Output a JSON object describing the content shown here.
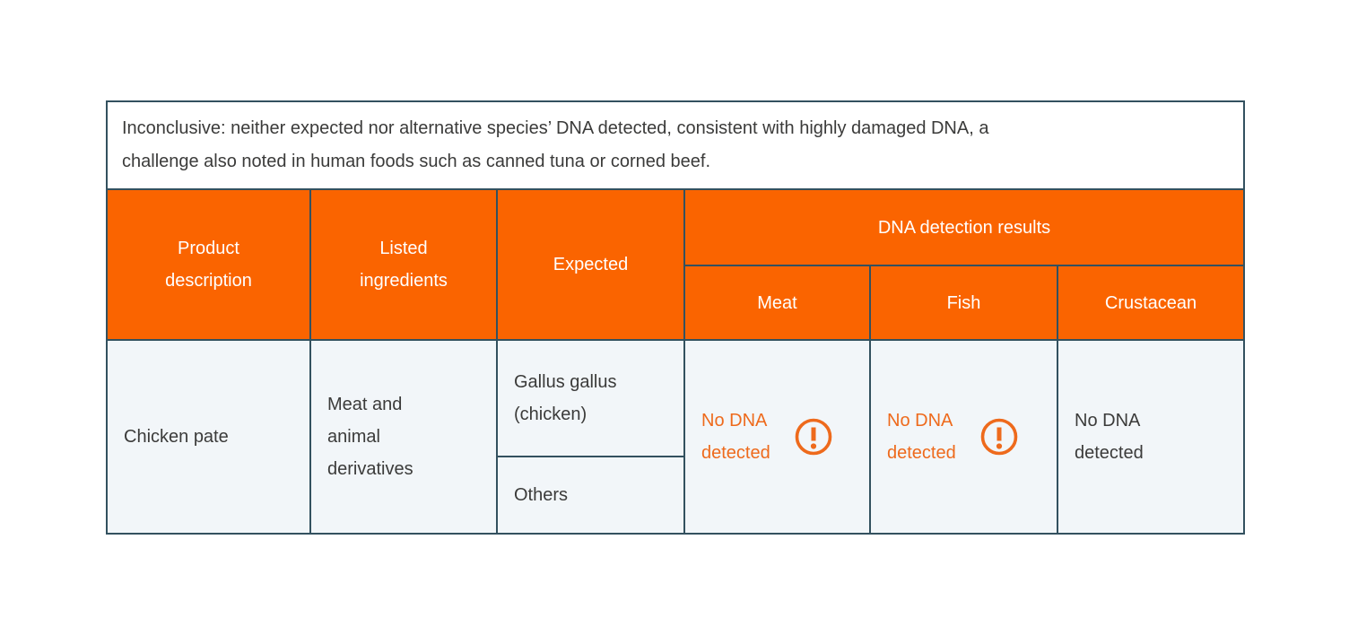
{
  "note": {
    "text": "Inconclusive: neither expected nor alternative species’ DNA detected, consistent with highly damaged DNA, a\nchallenge also noted in human foods such as canned tuna or corned beef."
  },
  "table": {
    "headers": {
      "product_description": "Product\ndescription",
      "listed_ingredients": "Listed\ningredients",
      "expected": "Expected",
      "dna_detection_results": "DNA detection results",
      "meat": "Meat",
      "fish": "Fish",
      "crustacean": "Crustacean"
    },
    "row": {
      "product_description": "Chicken pate",
      "listed_ingredients": "Meat and\nanimal\nderivatives",
      "expected_primary": "Gallus gallus\n(chicken)",
      "expected_secondary": "Others",
      "results": {
        "meat": {
          "text": "No DNA\ndetected",
          "alert": true
        },
        "fish": {
          "text": "No DNA\ndetected",
          "alert": true
        },
        "crustacean": {
          "text": "No DNA\ndetected",
          "alert": false
        }
      }
    }
  },
  "icons": {
    "alert": "exclamation-circle"
  },
  "colors": {
    "header_orange": "#FA6400",
    "alert_orange": "#EE6A1C",
    "border_color": "#33515F",
    "cell_bg": "#F2F6F9",
    "text_color": "#3B3B3A",
    "header_text": "#FFFFFF"
  }
}
